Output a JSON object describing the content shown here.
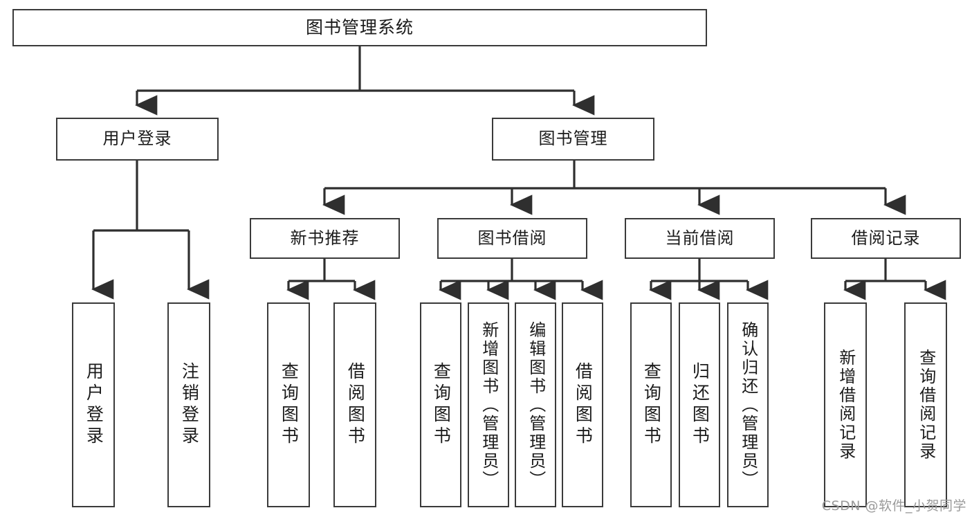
{
  "diagram": {
    "title": "图书管理系统",
    "type": "tree",
    "watermark": "CSDN @软件_小贺同学",
    "colors": {
      "box_border": "#3a3a3a",
      "box_fill": "#ffffff",
      "connector": "#2f2f2f",
      "text": "#1b1b1b",
      "watermark": "#9a9a9a",
      "background": "#ffffff"
    },
    "levels": {
      "root_label": "图书管理系统",
      "level2": [
        {
          "id": "user-login",
          "label": "用户登录"
        },
        {
          "id": "book-manage",
          "label": "图书管理"
        }
      ],
      "level3": [
        {
          "id": "new-book-rec",
          "label": "新书推荐"
        },
        {
          "id": "book-borrow",
          "label": "图书借阅"
        },
        {
          "id": "current-borrow",
          "label": "当前借阅"
        },
        {
          "id": "borrow-record",
          "label": "借阅记录"
        }
      ],
      "leaves": [
        {
          "id": "leaf-user-login",
          "label": "用户登录",
          "parent": "user-login"
        },
        {
          "id": "leaf-logout",
          "label": "注销登录",
          "parent": "user-login"
        },
        {
          "id": "leaf-query-book-rec",
          "label": "查询图书",
          "parent": "new-book-rec"
        },
        {
          "id": "leaf-borrow-book-rec",
          "label": "借阅图书",
          "parent": "new-book-rec"
        },
        {
          "id": "leaf-query-book-borrow",
          "label": "查询图书",
          "parent": "book-borrow"
        },
        {
          "id": "leaf-add-book",
          "label": "新增图书（管理员）",
          "parent": "book-borrow"
        },
        {
          "id": "leaf-edit-book",
          "label": "编辑图书（管理员）",
          "parent": "book-borrow"
        },
        {
          "id": "leaf-borrow-book",
          "label": "借阅图书",
          "parent": "book-borrow"
        },
        {
          "id": "leaf-query-book-current",
          "label": "查询图书",
          "parent": "current-borrow"
        },
        {
          "id": "leaf-return-book",
          "label": "归还图书",
          "parent": "current-borrow"
        },
        {
          "id": "leaf-confirm-return",
          "label": "确认归还（管理员）",
          "parent": "current-borrow"
        },
        {
          "id": "leaf-add-record",
          "label": "新增借阅记录",
          "parent": "borrow-record"
        },
        {
          "id": "leaf-query-record",
          "label": "查询借阅记录",
          "parent": "borrow-record"
        }
      ]
    }
  }
}
